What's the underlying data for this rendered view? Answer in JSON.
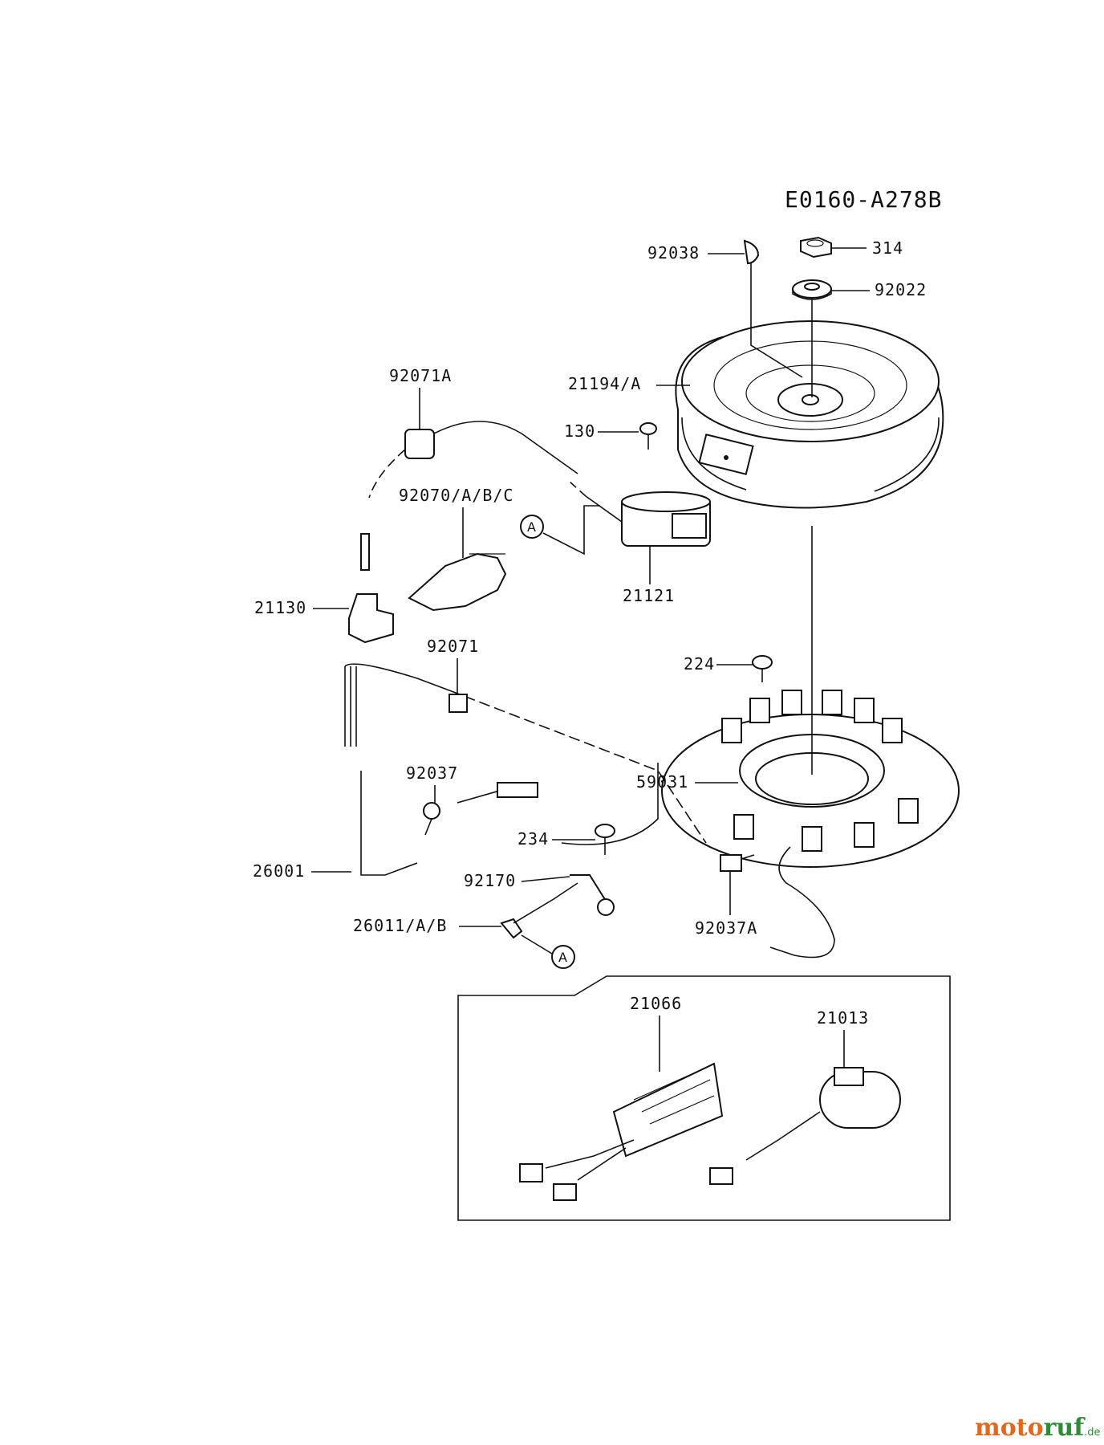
{
  "diagram": {
    "drawing_code": "E0160-A278B",
    "callouts": {
      "c92038": "92038",
      "c314": "314",
      "c92022": "92022",
      "c92071A": "92071A",
      "c21194A": "21194/A",
      "c130": "130",
      "c92070ABC": "92070/A/B/C",
      "c21121": "21121",
      "c21130": "21130",
      "c92071": "92071",
      "c224": "224",
      "c59031": "59031",
      "c92037": "92037",
      "c234": "234",
      "c26001": "26001",
      "c92170": "92170",
      "c26011AB": "26011/A/B",
      "c92037A": "92037A",
      "c21066": "21066",
      "c21013": "21013"
    },
    "reference_marks": [
      "A",
      "A"
    ]
  },
  "watermark": {
    "brand_part1": "moto",
    "brand_part2": "ruf",
    "suffix": ".de",
    "color_orange": "#e0691f",
    "color_green": "#2f8a3a"
  }
}
